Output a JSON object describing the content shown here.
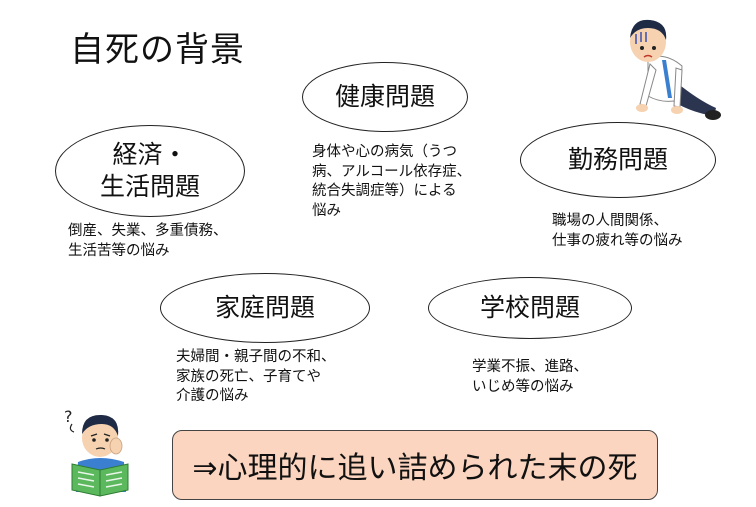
{
  "title": "自死の背景",
  "nodes": {
    "health": {
      "label_lines": [
        "健康問題"
      ],
      "desc_lines": [
        "身体や心の病気（うつ",
        "病、アルコール依存症、",
        "統合失調症等）による",
        "悩み"
      ]
    },
    "economic": {
      "label_lines": [
        "経済・",
        "生活問題"
      ],
      "desc_lines": [
        "倒産、失業、多重債務、",
        "生活苦等の悩み"
      ]
    },
    "work": {
      "label_lines": [
        "勤務問題"
      ],
      "desc_lines": [
        "職場の人間関係、",
        "仕事の疲れ等の悩み"
      ]
    },
    "family": {
      "label_lines": [
        "家庭問題"
      ],
      "desc_lines": [
        "夫婦間・親子間の不和、",
        "家族の死亡、子育てや",
        "介護の悩み"
      ]
    },
    "school": {
      "label_lines": [
        "学校問題"
      ],
      "desc_lines": [
        "学業不振、進路、",
        "いじめ等の悩み"
      ]
    }
  },
  "conclusion": "⇒心理的に追い詰められた末の死",
  "colors": {
    "conclusion_bg": "#fbd5c0",
    "book_green": "#5cb85c",
    "shirt_blue": "#3a7fd0",
    "hair": "#1f2a44",
    "skin": "#f6d2b0"
  },
  "illustrations": {
    "top_right": "despair-kneeling-man-icon",
    "bottom_left": "worried-reading-boy-icon"
  }
}
